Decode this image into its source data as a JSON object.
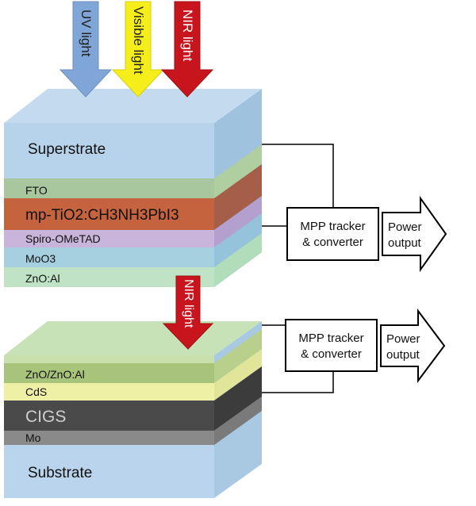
{
  "arrows": {
    "uv": {
      "label": "UV light",
      "color": "#7fa6d6"
    },
    "visible": {
      "label": "Visible light",
      "color": "#f5ee1a"
    },
    "nir": {
      "label": "NIR light",
      "color": "#c8141c"
    },
    "nir_middle": {
      "label": "NIR light",
      "color": "#c8141c"
    }
  },
  "top_cell": {
    "superstrate": "Superstrate",
    "layers": {
      "fto": "FTO",
      "perovskite": "mp-TiO2:CH3NH3PbI3",
      "spiro": "Spiro-OMeTAD",
      "moo3": "MoO3",
      "zno_al": "ZnO:Al"
    }
  },
  "bottom_cell": {
    "substrate": "Substrate",
    "layers": {
      "zno": "ZnO/ZnO:Al",
      "cds": "CdS",
      "cigs": "CIGS",
      "mo": "Mo"
    }
  },
  "boxes": {
    "mpp_top": {
      "line1": "MPP tracker",
      "line2": "& converter"
    },
    "mpp_bottom": {
      "line1": "MPP tracker",
      "line2": "& converter"
    },
    "power_top": {
      "line1": "Power",
      "line2": "output"
    },
    "power_bottom": {
      "line1": "Power",
      "line2": "output"
    }
  }
}
